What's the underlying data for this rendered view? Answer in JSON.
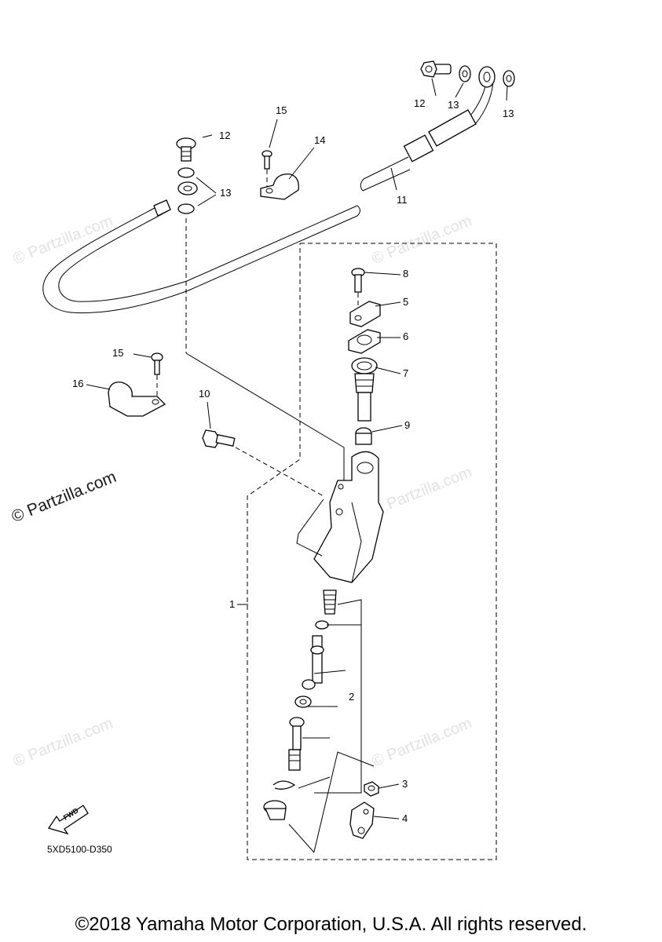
{
  "watermarks": {
    "small": "© Partzilla.com",
    "large": "© Partzilla.com"
  },
  "callouts": {
    "c1": "1",
    "c2": "2",
    "c3": "3",
    "c4": "4",
    "c5": "5",
    "c6": "6",
    "c7": "7",
    "c8": "8",
    "c9": "9",
    "c10": "10",
    "c11": "11",
    "c12a": "12",
    "c12b": "12",
    "c13a": "13",
    "c13b": "13",
    "c13c": "13",
    "c14": "14",
    "c15a": "15",
    "c15b": "15",
    "c16": "16"
  },
  "fwd_label": "FWD",
  "diagram_code": "5XD5100-D350",
  "copyright": "©2018 Yamaha Motor Corporation, U.S.A. All rights reserved."
}
